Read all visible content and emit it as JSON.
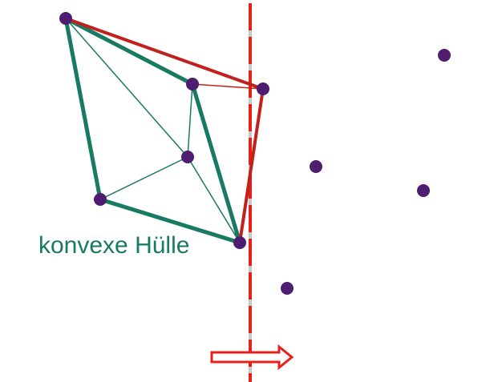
{
  "label": {
    "text": "konvexe Hülle"
  },
  "colors": {
    "hull": "#187a63",
    "bridge": "#c2201c",
    "point": "#4e1c70",
    "sweep_line": "#e4211a",
    "sweep_gap": "#c8c8c8",
    "arrow": "#e4211a"
  },
  "sweep_direction": "right",
  "point_ids": [
    "p1",
    "p2",
    "p3",
    "p4",
    "p5",
    "p6",
    "p7",
    "p8",
    "p9",
    "p10"
  ],
  "processed_point_ids": [
    "p1",
    "p2",
    "p3",
    "p4",
    "p5",
    "p6"
  ],
  "hull_edges": [
    [
      "p1",
      "p2"
    ],
    [
      "p2",
      "p5"
    ],
    [
      "p5",
      "p4"
    ],
    [
      "p4",
      "p1"
    ]
  ],
  "triangulation_edges": [
    [
      "p1",
      "p3"
    ],
    [
      "p2",
      "p3"
    ],
    [
      "p3",
      "p4"
    ],
    [
      "p3",
      "p5"
    ]
  ],
  "bridge_edges": [
    [
      "p1",
      "p6"
    ],
    [
      "p6",
      "p5"
    ],
    [
      "p2",
      "p6"
    ]
  ]
}
